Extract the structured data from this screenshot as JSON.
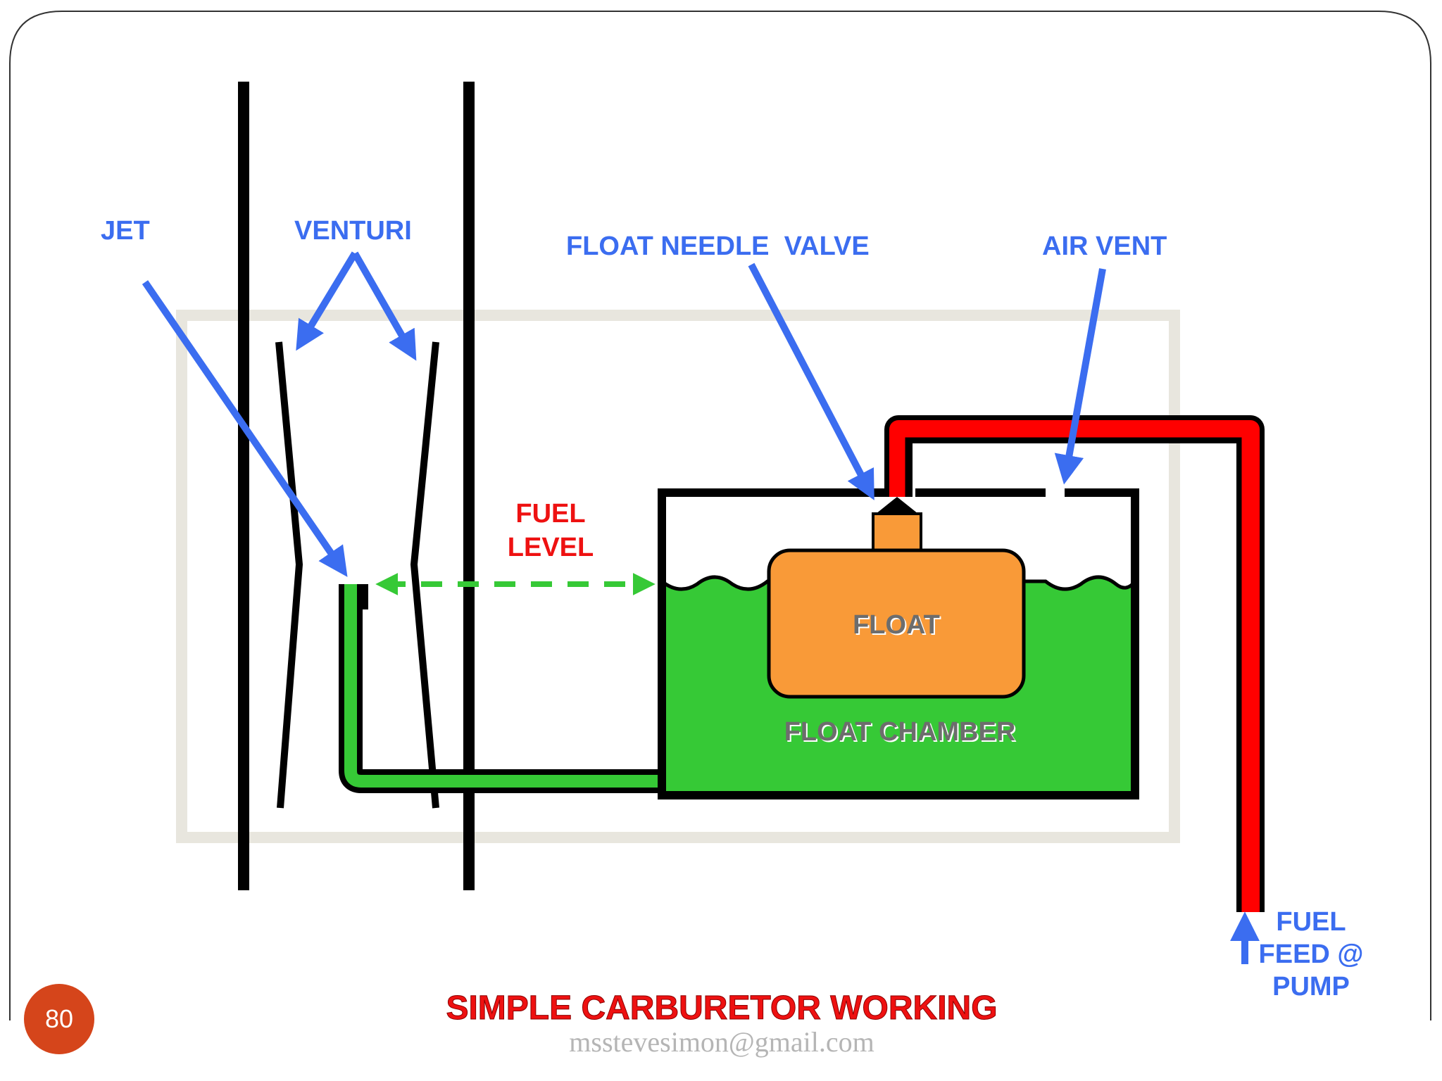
{
  "slide": {
    "number": "80"
  },
  "labels": {
    "jet": "JET",
    "venturi": "VENTURI",
    "float_needle_valve": "FLOAT NEEDLE  VALVE",
    "air_vent": "AIR VENT",
    "fuel_level_1": "FUEL",
    "fuel_level_2": "LEVEL",
    "float": "FLOAT",
    "float_chamber": "FLOAT CHAMBER",
    "fuel_feed_1": "FUEL",
    "fuel_feed_2": "FEED @",
    "fuel_feed_3": "PUMP"
  },
  "title": "SIMPLE CARBURETOR WORKING",
  "footer_email": "msstevesimon@gmail.com",
  "colors": {
    "label_blue": "#3b6df0",
    "arrow_blue": "#3b6df0",
    "fuel_green": "#36c936",
    "fuel_line_red": "#ff0000",
    "float_orange": "#f99a38",
    "title_red": "#ee1111",
    "slide_badge": "#d5451b",
    "panel_border": "#e8e6de"
  }
}
